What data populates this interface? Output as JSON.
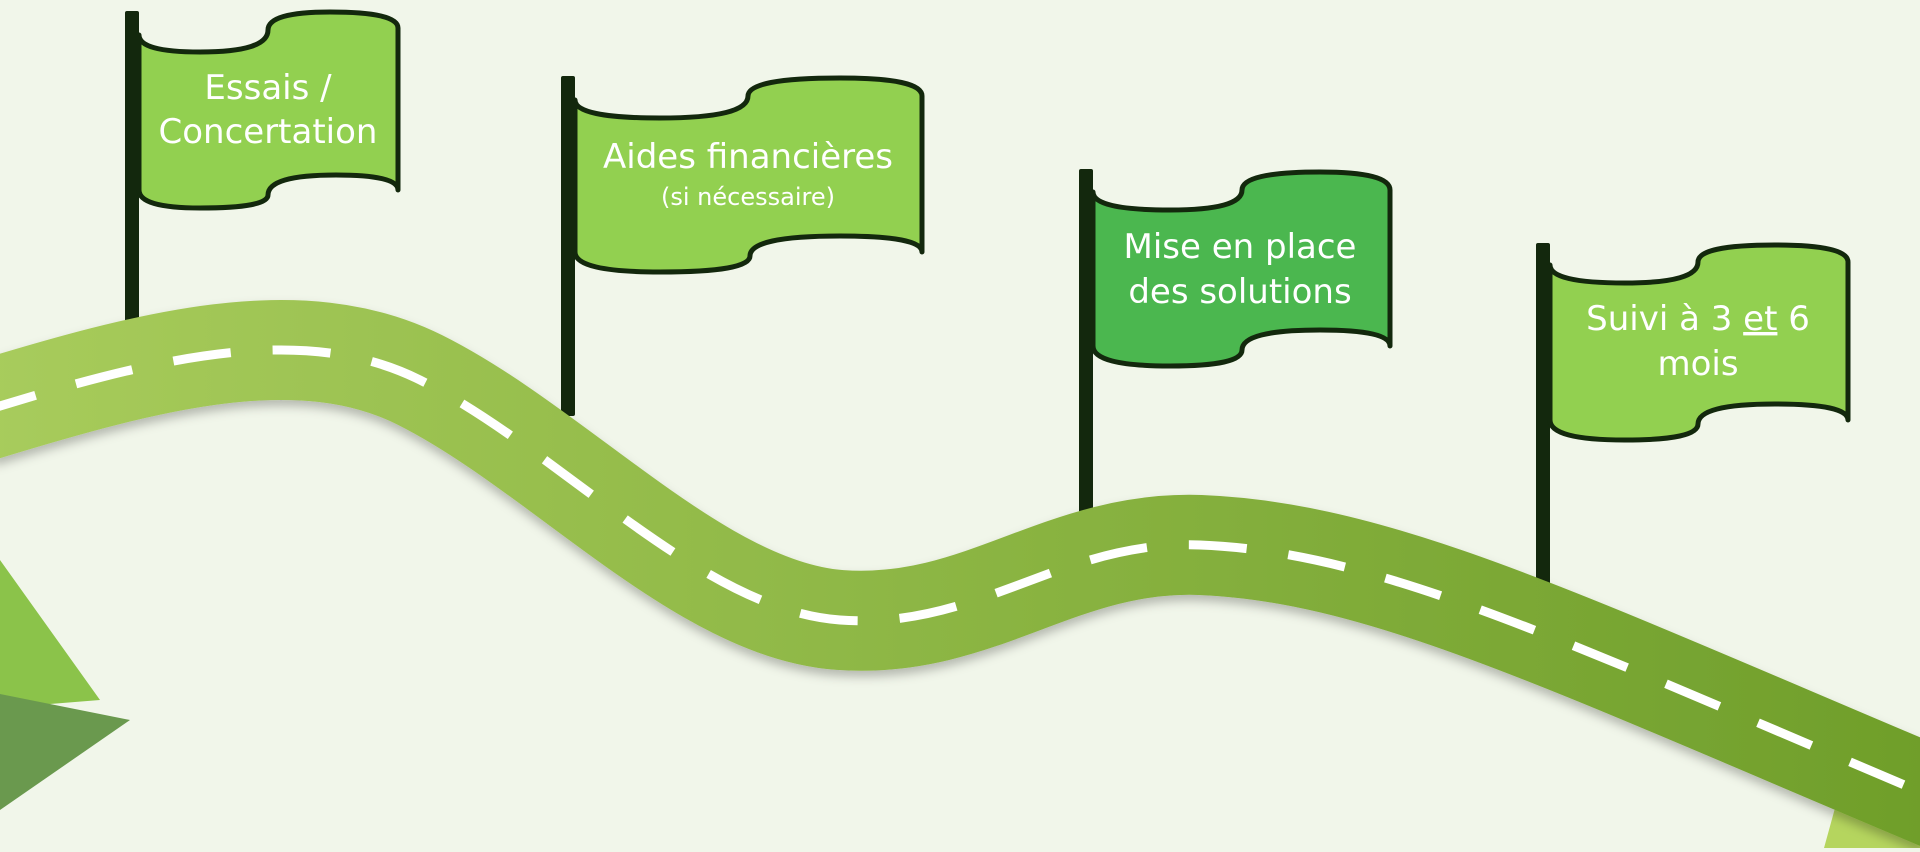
{
  "colors": {
    "background": "#f1f6ea",
    "flag_light": "#92d050",
    "flag_dark": "#4bb74f",
    "pole": "#13280d",
    "road_light": "#a5c95a",
    "road_dark": "#6f9e2a",
    "dash": "#ffffff",
    "deco_light": "#8bc34a",
    "deco_dark": "#6a994e"
  },
  "milestones": [
    {
      "line1": "Essais /",
      "line2": "Concertation"
    },
    {
      "line1": "Aides financières",
      "line2": "(si nécessaire)"
    },
    {
      "line1": "Mise en place",
      "line2": "des solutions"
    },
    {
      "line1_pre": "Suivi à 3 ",
      "line1_ul": "et",
      "line1_post": " 6",
      "line2": "mois"
    }
  ],
  "icons": {
    "flag": "flag-icon",
    "road": "road-icon",
    "pole": "flag-pole-icon"
  }
}
